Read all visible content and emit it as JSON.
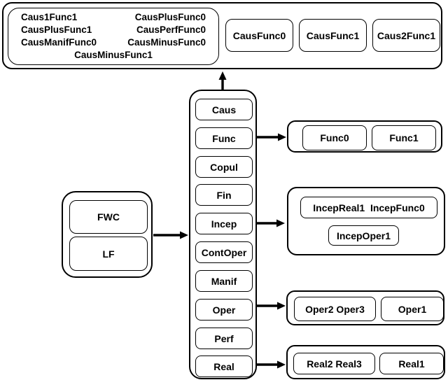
{
  "top_group": {
    "list_box": {
      "rows": [
        {
          "left": "Caus1Func1",
          "right": "CausPlusFunc0"
        },
        {
          "left": "CausPlusFunc1",
          "right": "CausPerfFunc0"
        },
        {
          "left": "CausManifFunc0",
          "right": "CausMinusFunc0"
        }
      ],
      "center_row": "CausMinusFunc1"
    },
    "boxes": [
      "CausFunc0",
      "CausFunc1",
      "Caus2Func1"
    ]
  },
  "source_group": {
    "boxes": [
      "FWC",
      "LF"
    ]
  },
  "column": {
    "items": [
      "Caus",
      "Func",
      "Copul",
      "Fin",
      "Incep",
      "ContOper",
      "Manif",
      "Oper",
      "Perf",
      "Real"
    ]
  },
  "func_group": {
    "boxes": [
      "Func0",
      "Func1"
    ]
  },
  "incep_group": {
    "boxes": [
      "IncepReal1  IncepFunc0",
      "IncepOper1"
    ]
  },
  "oper_group": {
    "boxes": [
      "Oper2 Oper3",
      "Oper1"
    ]
  },
  "real_group": {
    "boxes": [
      "Real2 Real3",
      "Real1"
    ]
  },
  "colors": {
    "stroke": "#000000",
    "background": "#ffffff"
  }
}
